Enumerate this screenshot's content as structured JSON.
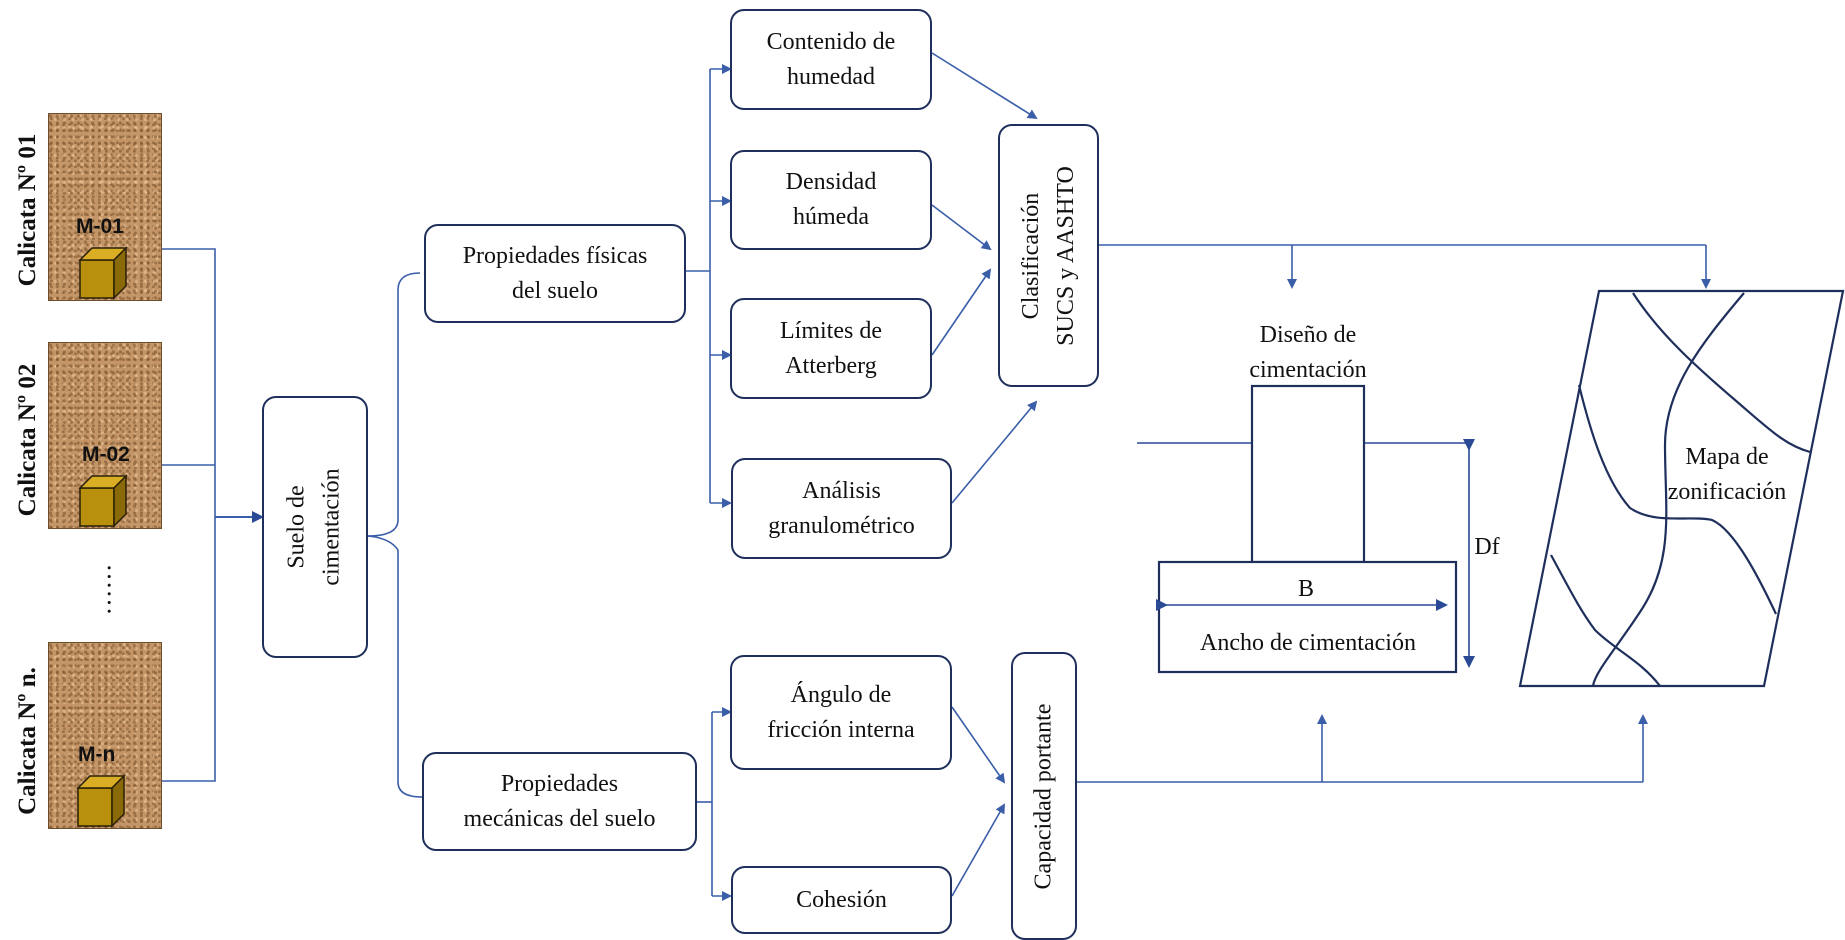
{
  "samples": [
    {
      "label": "Calicata Nº 01",
      "id": "M-01"
    },
    {
      "label": "Calicata Nº 02",
      "id": "M-02"
    },
    {
      "label": "Calicata Nº n.",
      "id": "M-n"
    }
  ],
  "ellipsis": "……",
  "nodes": {
    "suelo": "Suelo de\ncimentación",
    "fisicas": "Propiedades físicas\ndel suelo",
    "mecanicas": "Propiedades\nmecánicas del suelo",
    "humedad": "Contenido de\nhumedad",
    "densidad": "Densidad\nhúmeda",
    "limites": "Límites de\nAtterberg",
    "granulometrico": "Análisis\ngranulométrico",
    "friccion": "Ángulo de\nfricción interna",
    "cohesion": "Cohesión",
    "clasificacion": "Clasificación\nSUCS y AASHTO",
    "capacidad": "Capacidad portante"
  },
  "foundation": {
    "title": "Diseño de\ncimentación",
    "b_label": "B",
    "width_label": "Ancho de cimentación",
    "depth_label": "Df"
  },
  "zoning_map": {
    "label": "Mapa de\nzonificación"
  },
  "colors": {
    "connector": "#3a5ea8",
    "box_border": "#1f2f5c",
    "cube_face": "#b8900e",
    "cube_top": "#d9ae24",
    "cube_side": "#8a6a08"
  }
}
